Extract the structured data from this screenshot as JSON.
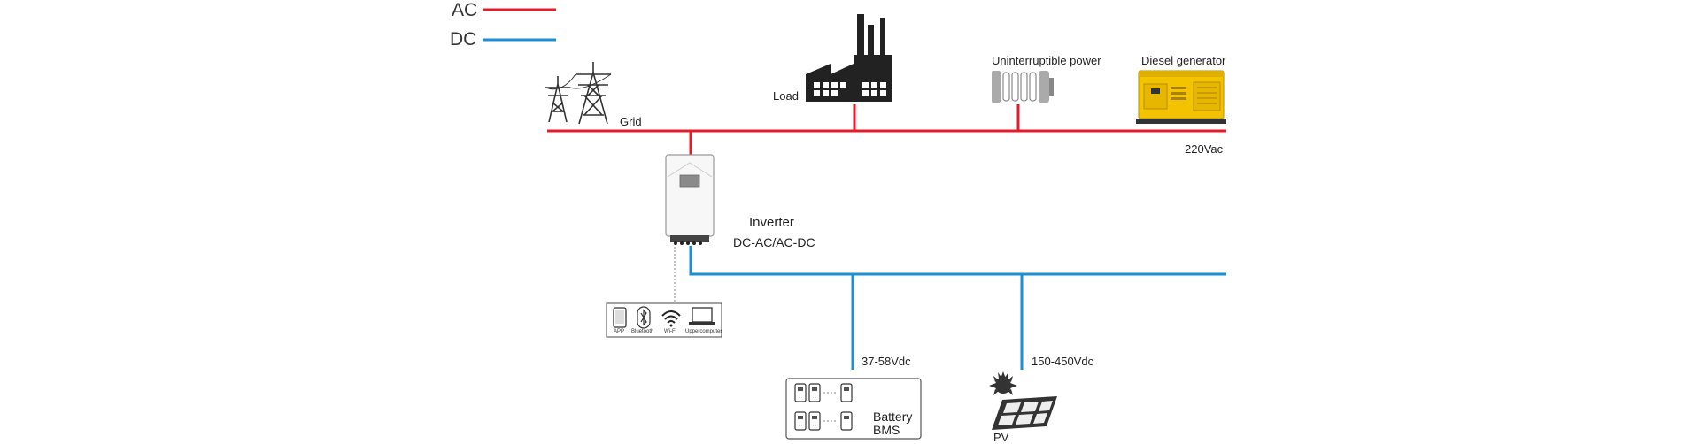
{
  "legend": {
    "ac": {
      "label": "AC",
      "color": "#e11d2b"
    },
    "dc": {
      "label": "DC",
      "color": "#1b8fd6"
    }
  },
  "labels": {
    "grid": "Grid",
    "load": "Load",
    "ups": "Uninterruptible power",
    "diesel": "Diesel generator",
    "ac_voltage": "220Vac",
    "inverter": "Inverter",
    "inverter_mode": "DC-AC/AC-DC",
    "battery_voltage": "37-58Vdc",
    "pv_voltage": "150-450Vdc",
    "battery": "Battery",
    "bms": "BMS",
    "pv": "PV"
  },
  "comm": {
    "app": "APP",
    "bluetooth": "Bluetooth",
    "wifi": "Wi-Fi",
    "uppercomputer": "Uppercomputer"
  },
  "icons": [
    "transmission-tower-icon",
    "factory-icon",
    "ups-icon",
    "generator-icon",
    "inverter-icon",
    "phone-icon",
    "bluetooth-icon",
    "wifi-icon",
    "laptop-icon",
    "battery-icon",
    "solar-panel-icon",
    "sun-icon"
  ]
}
